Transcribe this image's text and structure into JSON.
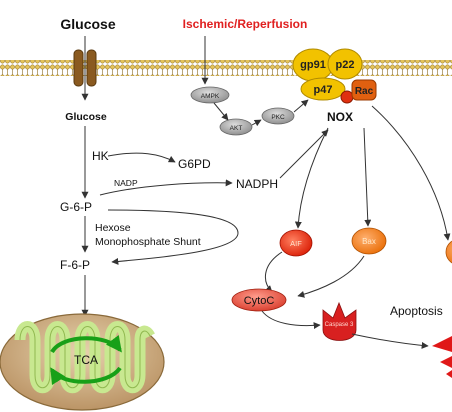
{
  "labels": {
    "glucose_top": "Glucose",
    "ischemic": "Ischemic/Reperfusion",
    "gp91": "gp91",
    "p22": "p22",
    "p47": "p47",
    "rac": "Rac",
    "nox": "NOX",
    "ampk": "AMPK",
    "akt": "AKT",
    "pkc": "PKC",
    "glucose_inner": "Glucose",
    "hk": "HK",
    "g6pd": "G6PD",
    "nadp": "NADP",
    "nadph": "NADPH",
    "g6p": "G-6-P",
    "hexose": "Hexose",
    "monophosphate": "Monophosphate Shunt",
    "f6p": "F-6-P",
    "aif": "AIF",
    "bax": "Bax",
    "cytoc": "CytoC",
    "caspase3": "Caspase 3",
    "apoptosis": "Apoptosis",
    "tca": "TCA"
  },
  "colors": {
    "ischemic_text": "#e02020",
    "membrane_fill": "#d9b24a",
    "nox_yellow": "#f2c200",
    "rac_orange": "#e06010",
    "grey_node": "#9a9a9a",
    "aif_red": "#e82000",
    "bax_orange": "#f08000",
    "cytoc_red": "#e04030",
    "caspase_red": "#d82020",
    "mito_outer": "#c9a878",
    "mito_inner": "#d8f0a0",
    "tca_arrow": "#18a018"
  }
}
